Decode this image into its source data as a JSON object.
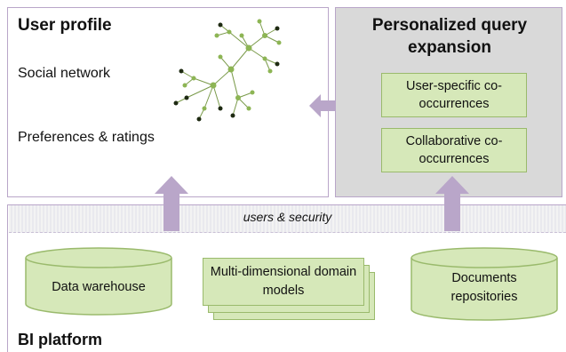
{
  "user_profile": {
    "title": "User profile",
    "items": [
      "Social network",
      "Preferences & ratings"
    ]
  },
  "query_expansion": {
    "title": "Personalized query expansion",
    "boxes": [
      "User-specific co-occurrences",
      "Collaborative co-occurrences"
    ]
  },
  "platform": {
    "title": "BI platform",
    "security_label": "users & security",
    "components": [
      "Data warehouse",
      "Multi-dimensional domain models",
      "Documents repositories"
    ]
  },
  "colors": {
    "panel_border": "#b9a6c9",
    "arrow": "#b9a6c9",
    "green_fill": "#d6e8b9",
    "green_border": "#9aba6c",
    "query_panel_bg": "#d9d9d9"
  },
  "icons": [
    "social-network-graph-icon",
    "bidirectional-arrow-icon",
    "up-arrow-icon",
    "database-cylinder-icon",
    "document-stack-icon"
  ]
}
